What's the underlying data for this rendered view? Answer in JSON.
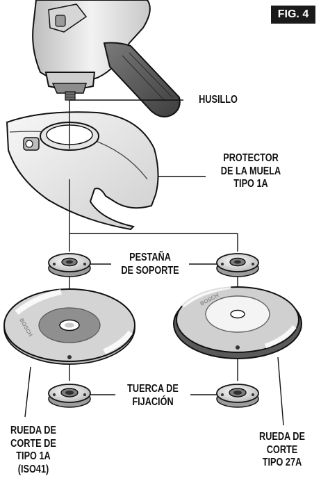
{
  "figure": {
    "badge": "FIG. 4",
    "labels": {
      "spindle": "HUSILLO",
      "guard": [
        "PROTECTOR",
        "DE LA MUELA",
        "TIPO 1A"
      ],
      "backing_flange": [
        "PESTAÑA",
        "DE SOPORTE"
      ],
      "lock_nut": [
        "TUERCA DE",
        "FIJACIÓN"
      ],
      "wheel_type1": [
        "RUEDA DE",
        "CORTE DE",
        "TIPO 1A",
        "(ISO41)"
      ],
      "wheel_type27": [
        "RUEDA DE",
        "CORTE",
        "TIPO 27A"
      ]
    },
    "wheel_brand": "BOSCH",
    "colors": {
      "line": "#111111",
      "tool_body": "#e6e6e6",
      "handle": "#5a5a5a",
      "guard_fill": "#eeeeee",
      "wheel1_face": "#d4d4d4",
      "wheel1_hub": "#8f8f8f",
      "wheel27_face": "#cfcfcf",
      "wheel27_hub": "#f4f4f4",
      "flange": "#d9d9d9"
    }
  }
}
